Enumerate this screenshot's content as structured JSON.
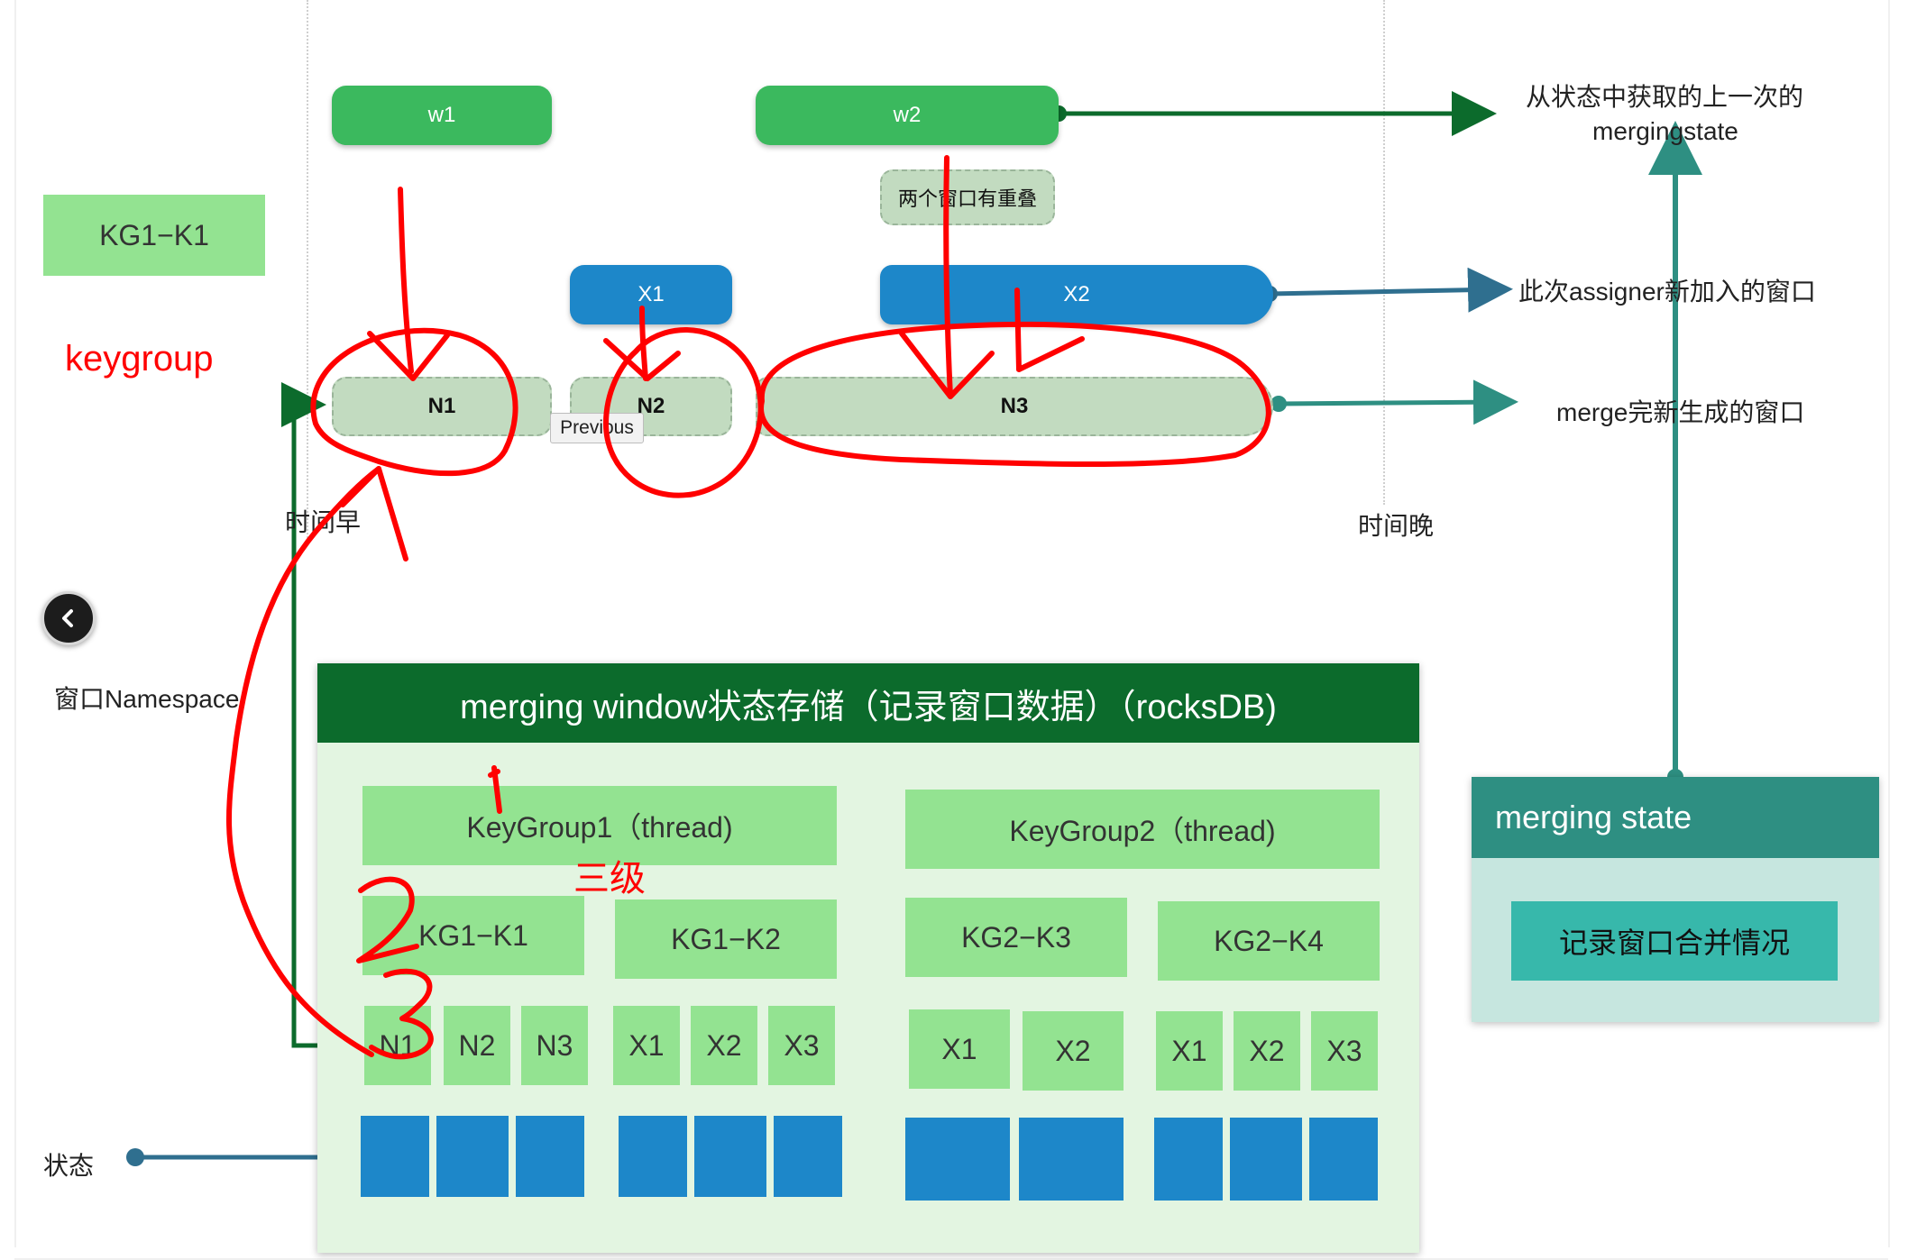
{
  "title": "merging window状态存储（记录窗口数据）（rocksDB)",
  "windows": {
    "w1": "w1",
    "w2": "w2",
    "x1": "X1",
    "x2": "X2",
    "overlap": "两个窗口有重叠"
  },
  "new_windows": {
    "n1": "N1",
    "n2": "N2",
    "n3": "N3",
    "previous": "Previous"
  },
  "left_labels": {
    "kg": "KG1−K1",
    "keygroup": "keygroup",
    "namespace": "窗口Namespace",
    "state": "状态",
    "time_early": "时间早",
    "time_late": "时间晚"
  },
  "right_labels": {
    "prev_line1": "从状态中获取的上一次的",
    "prev_line2": "mergingstate",
    "assigner": "此次assigner新加入的窗口",
    "merge": "merge完新生成的窗口"
  },
  "storage": {
    "groups": [
      {
        "label": "KeyGroup1（thread)",
        "keys": [
          {
            "label": "KG1−K1",
            "windows": [
              "N1",
              "N2",
              "N3"
            ]
          },
          {
            "label": "KG1−K2",
            "windows": [
              "X1",
              "X2",
              "X3"
            ]
          }
        ]
      },
      {
        "label": "KeyGroup2（thread)",
        "keys": [
          {
            "label": "KG2−K3",
            "windows": [
              "X1",
              "X2"
            ]
          },
          {
            "label": "KG2−K4",
            "windows": [
              "X1",
              "X2",
              "X3"
            ]
          }
        ]
      }
    ]
  },
  "merging_state": {
    "title": "merging state",
    "button": "记录窗口合并情况"
  },
  "annotations": {
    "sanji": "三级"
  },
  "colors": {
    "accent_green": "#3bb95e",
    "dark_green": "#0c6b2c",
    "blue": "#1d87c9",
    "teal": "#2e8f82",
    "annotation_red": "#ff0000",
    "icon": "chevron-left-icon"
  }
}
